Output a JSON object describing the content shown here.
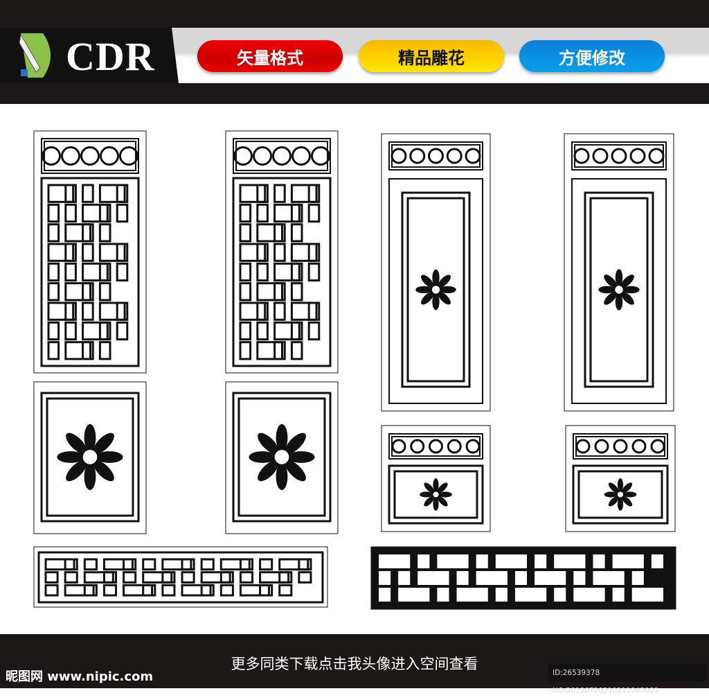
{
  "header": {
    "logo_text": "CDR",
    "badges": [
      "矢量格式",
      "精品雕花",
      "方便修改"
    ],
    "badge_colors": [
      "#d40000",
      "#ffd200",
      "#0a8fe0"
    ]
  },
  "footer": {
    "slogan": "更多同类下载点击我头像进入空间查看",
    "site": "昵图网 www.nipic.com",
    "id_text": "ID:26539378 NO:20180720210111943089"
  }
}
